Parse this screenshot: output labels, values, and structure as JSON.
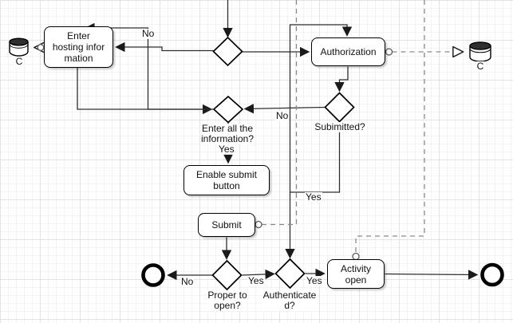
{
  "diagram": {
    "nodes": {
      "enter_hosting": {
        "label": "Enter\nhosting infor\nmation"
      },
      "authorization": {
        "label": "Authorization"
      },
      "enable_submit": {
        "label": "Enable submit\nbutton"
      },
      "submit": {
        "label": "Submit"
      },
      "activity_open": {
        "label": "Activity\nopen"
      }
    },
    "decisions": {
      "enter_all_info": {
        "label": "Enter all the\ninformation?"
      },
      "submitted": {
        "label": "Subimitted?"
      },
      "proper_to_open": {
        "label": "Proper to\nopen?"
      },
      "authenticated": {
        "label": "Authenticate\nd?"
      }
    },
    "edge_labels": {
      "no_top": "No",
      "no_submitted": "No",
      "yes_enter_all": "Yes",
      "yes_submitted": "Yes",
      "no_proper": "No",
      "yes_proper": "Yes",
      "yes_authenticated": "Yes"
    },
    "datastores": {
      "left": {
        "label": "C"
      },
      "right": {
        "label": "C"
      }
    },
    "colors": {
      "edge": "#2e2e2e",
      "dashed_edge": "#8a8a8a",
      "shape_stroke": "#000000",
      "shape_fill": "#ffffff"
    }
  }
}
